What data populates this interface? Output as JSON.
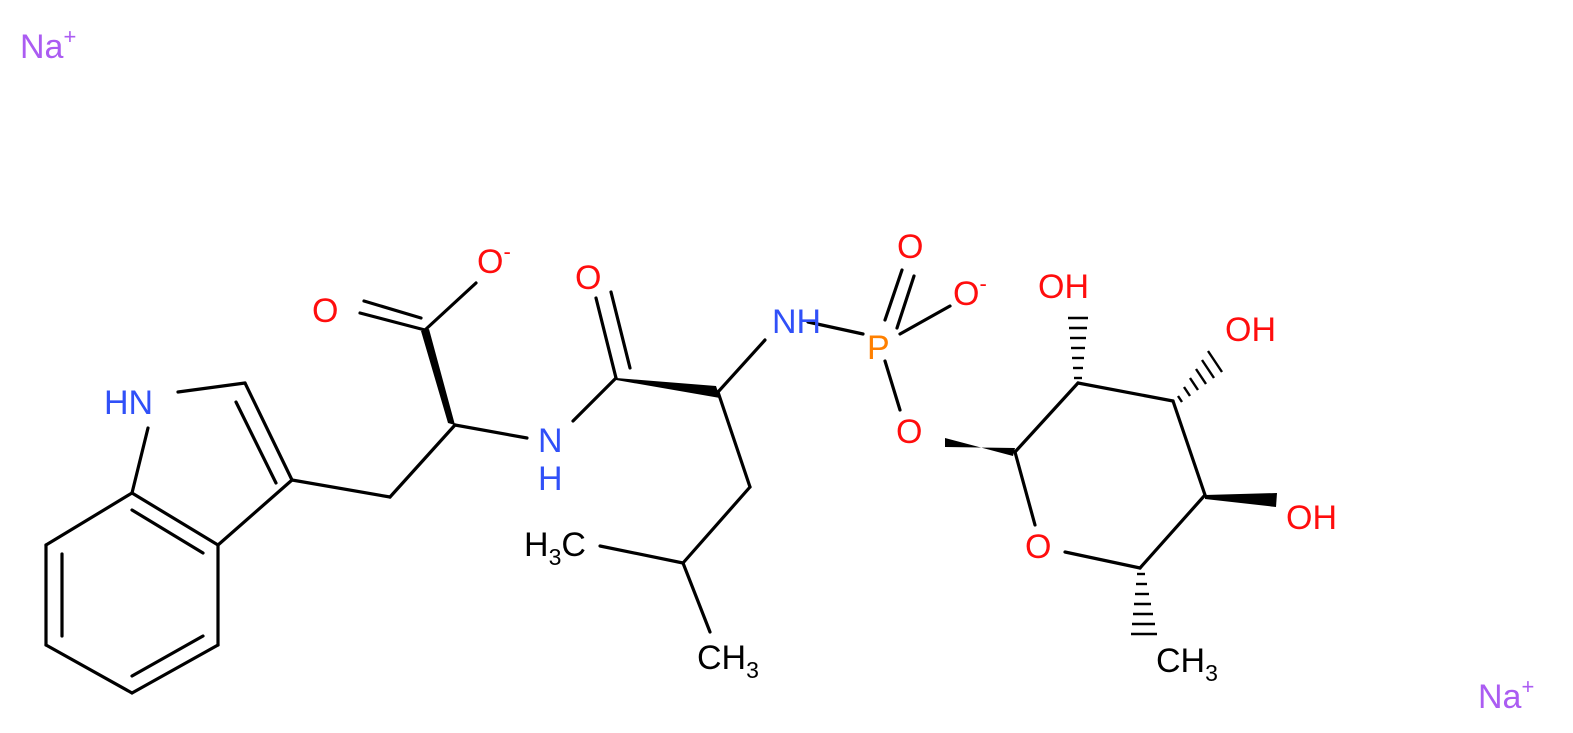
{
  "colors": {
    "bond": "#000000",
    "O": "#ff0d0d",
    "N": "#3050f8",
    "P": "#ff8000",
    "Na": "#ab5cf2",
    "C": "#000000"
  },
  "labels": {
    "na_1": "Na",
    "na_1_charge": "+",
    "na_2": "Na",
    "na_2_charge": "+",
    "o_carboxylate_anion": "O",
    "o_carboxylate_anion_charge": "-",
    "o_carboxyl_double": "O",
    "nh_indole": "HN",
    "nh_amide_n": "N",
    "nh_amide_h": "H",
    "o_amide": "O",
    "nh_phosphoramide": "NH",
    "p_atom": "P",
    "o_phosphoryl": "O",
    "o_phosphate_anion": "O",
    "o_phosphate_anion_charge": "-",
    "o_glycosidic": "O",
    "o_ring": "O",
    "oh_2": "OH",
    "oh_3": "OH",
    "oh_4": "OH",
    "h3c_leucine": "H",
    "h3c_leucine_sub": "3",
    "h3c_leucine_c": "C",
    "ch3_leucine_c": "CH",
    "ch3_leucine_sub": "3",
    "ch3_sugar_c": "CH",
    "ch3_sugar_sub": "3"
  }
}
